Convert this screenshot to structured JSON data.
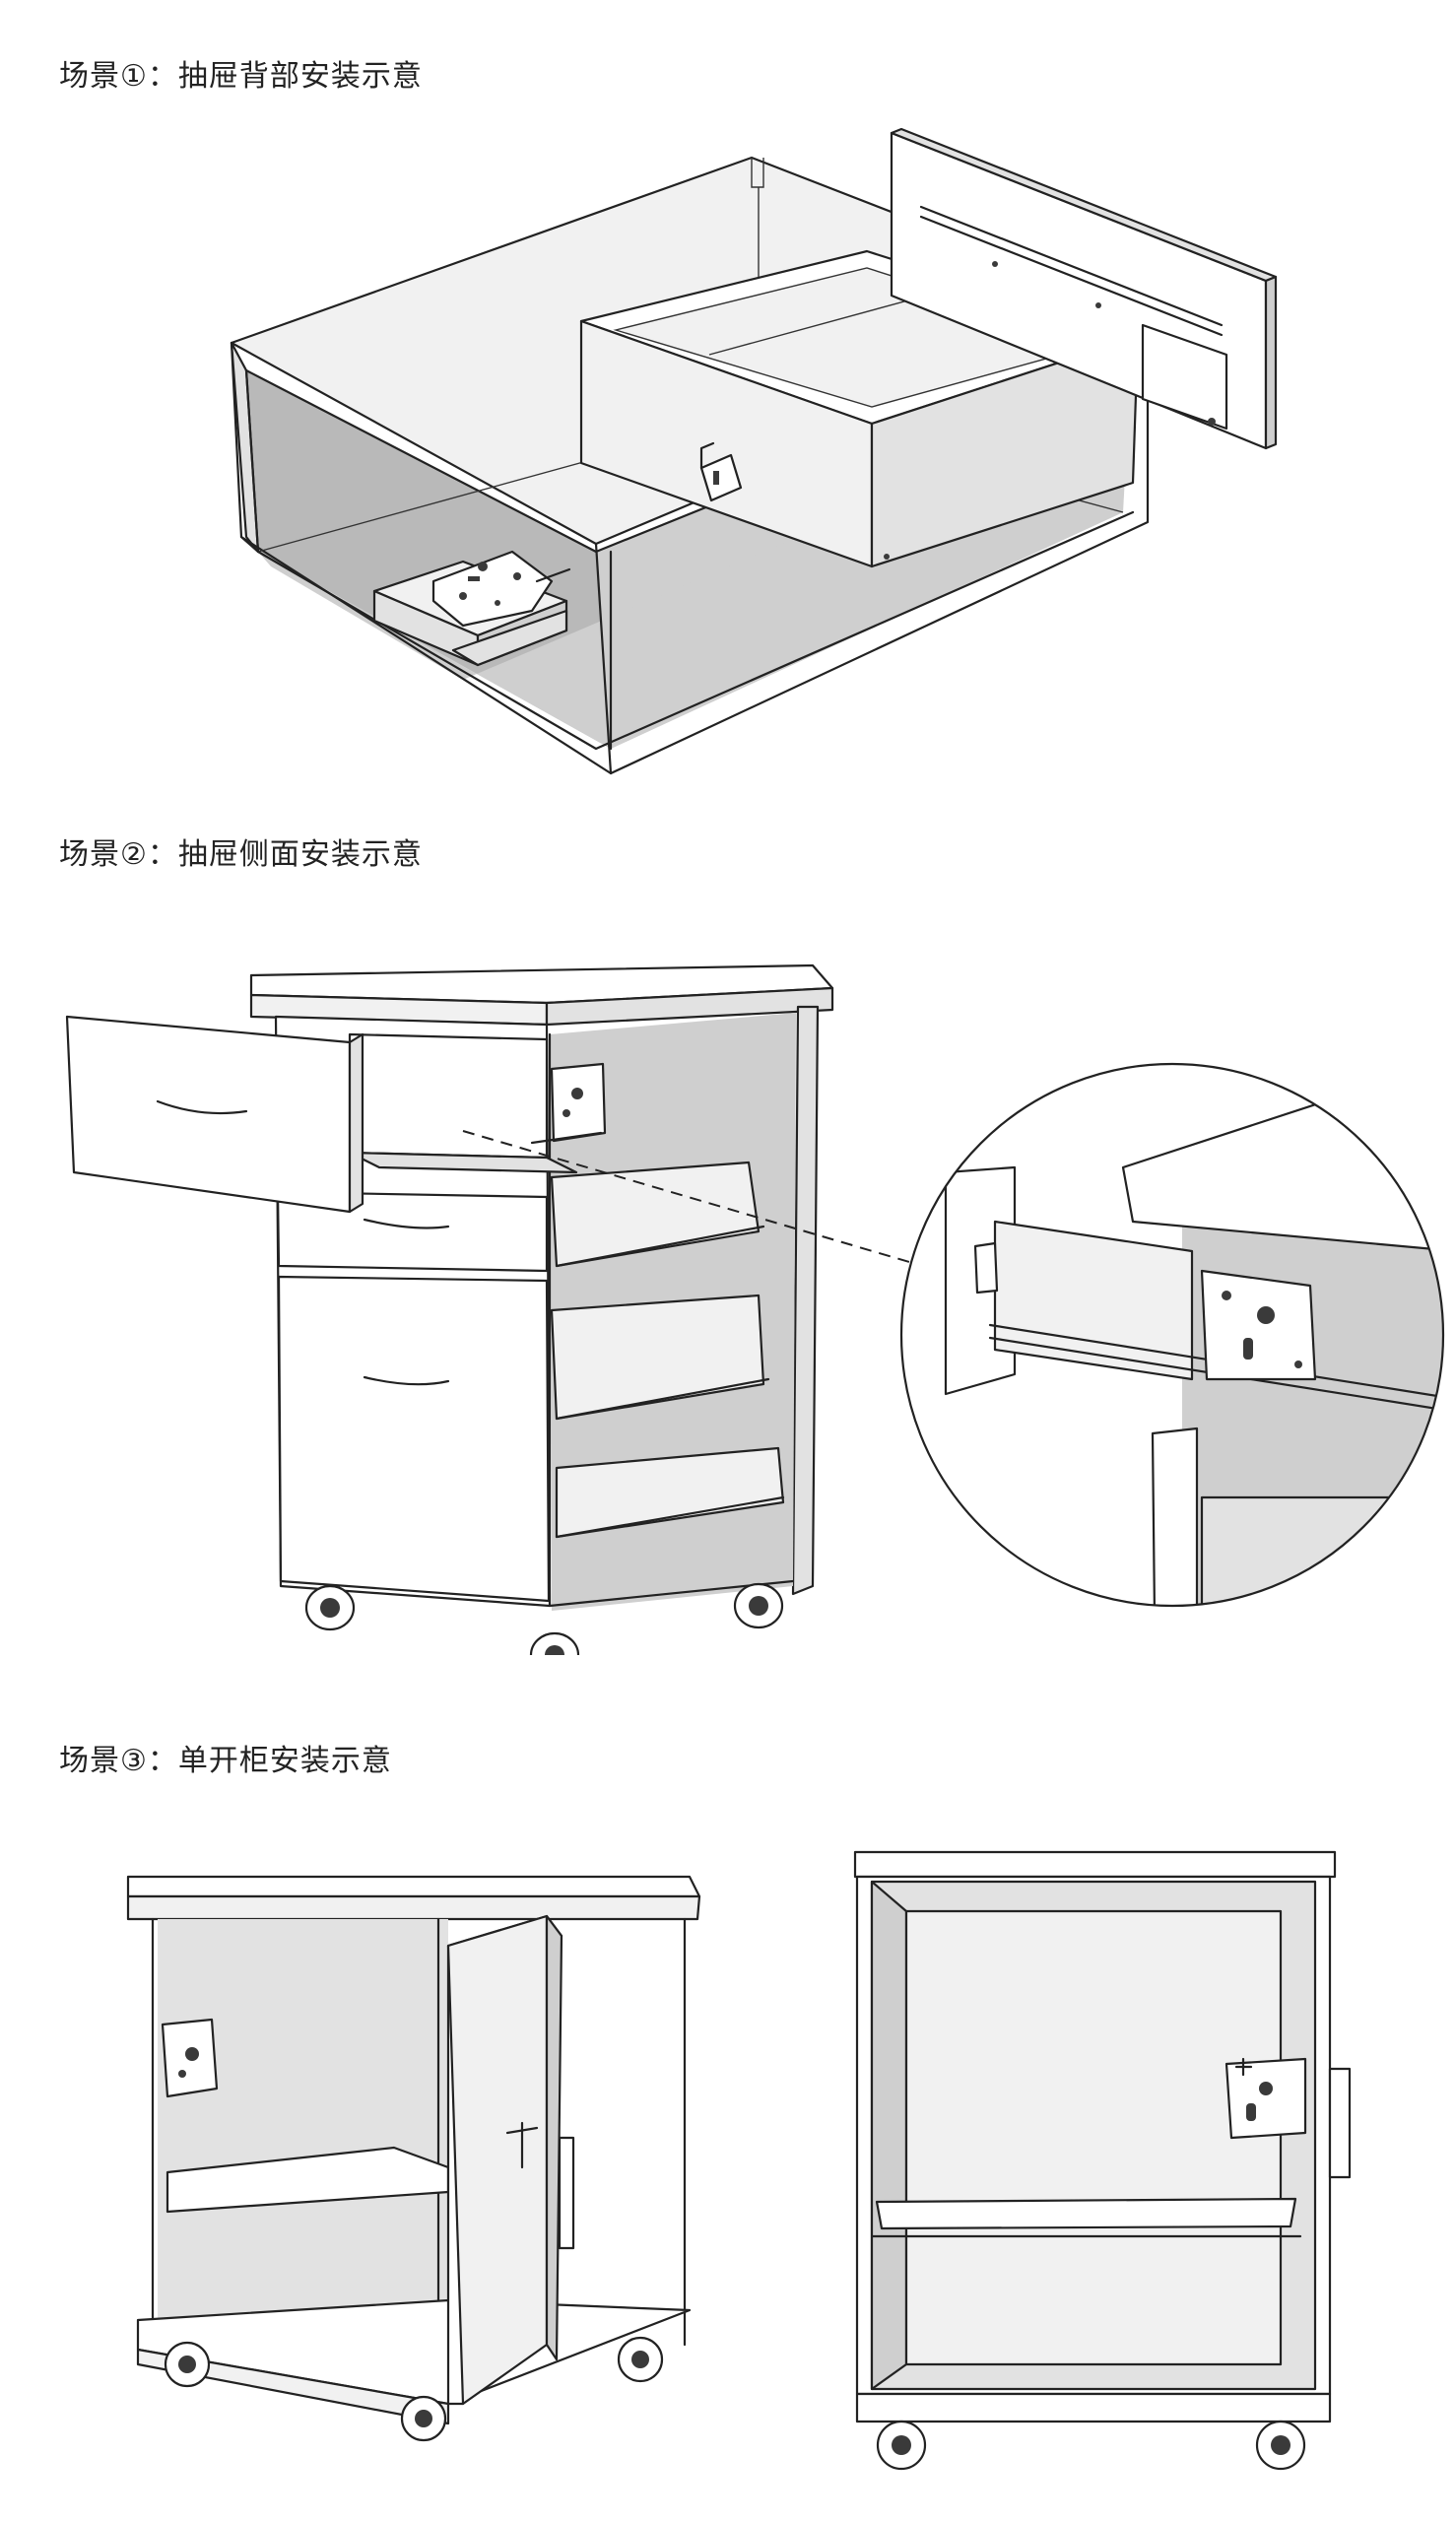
{
  "scenes": [
    {
      "title": "场景①：抽屉背部安装示意"
    },
    {
      "title": "场景②：抽屉侧面安装示意"
    },
    {
      "title": "场景③：单开柜安装示意"
    }
  ]
}
